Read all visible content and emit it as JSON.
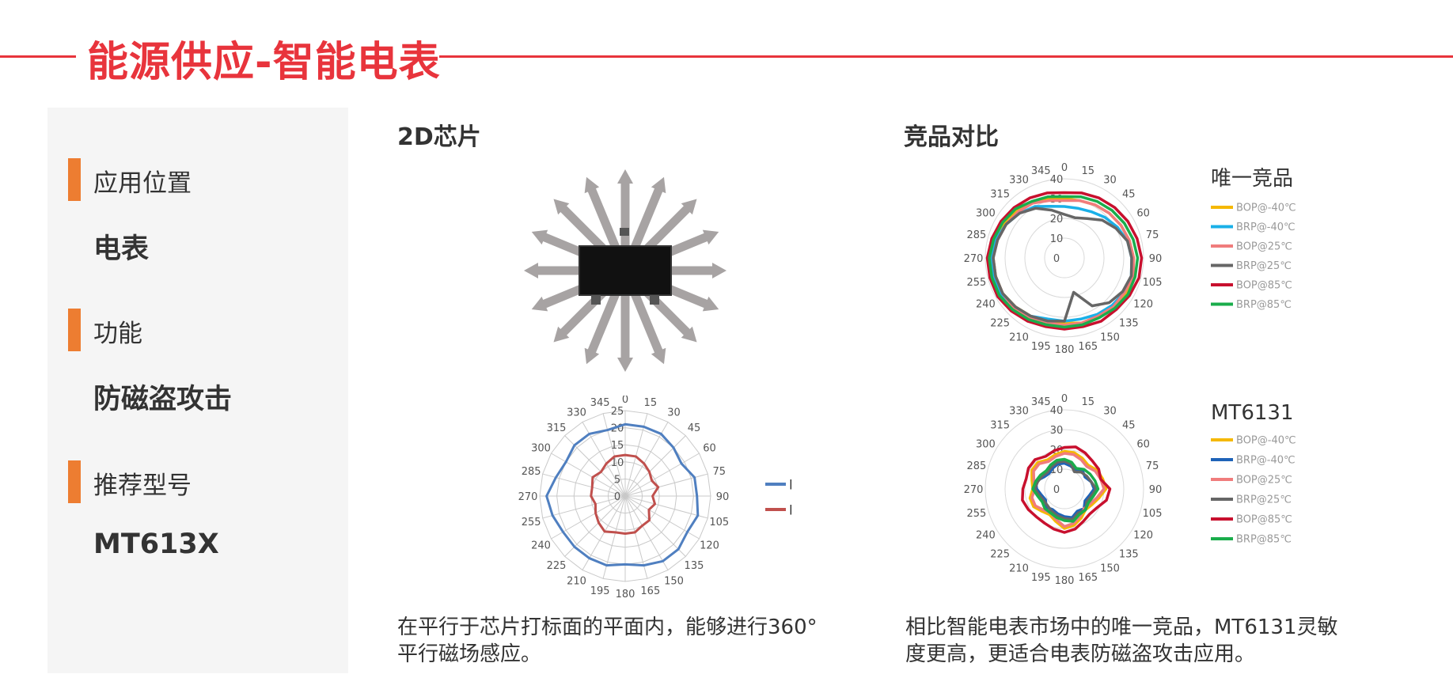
{
  "page_title": "能源供应-智能电表",
  "colors": {
    "accent": "#e8343c",
    "section_marker": "#ed7d31",
    "sidebar_bg": "#f5f5f5"
  },
  "sidebar": {
    "sections": [
      {
        "label": "应用位置",
        "value": "电表"
      },
      {
        "label": "功能",
        "value": "防磁盗攻击"
      },
      {
        "label": "推荐型号",
        "value": "MT613X"
      }
    ]
  },
  "left_panel": {
    "title": "2D芯片",
    "illustration_icon": "chip-radial-field-icon",
    "caption_lines": [
      "在平行于芯片打标面的平面内，能够进行360°",
      "平行磁场感应。"
    ]
  },
  "right_panel": {
    "title": "竞品对比",
    "caption_lines": [
      "相比智能电表市场中的唯一竞品，MT6131灵敏",
      "度更高，更适合电表防磁盗攻击应用。"
    ]
  },
  "chart_data": [
    {
      "id": "chip2d",
      "type": "radar",
      "title": "",
      "angles": [
        "0",
        "15",
        "30",
        "45",
        "60",
        "75",
        "90",
        "105",
        "120",
        "135",
        "150",
        "165",
        "180",
        "195",
        "210",
        "225",
        "240",
        "255",
        "270",
        "285",
        "300",
        "315",
        "330",
        "345"
      ],
      "r_ticks": [
        "0",
        "5",
        "10",
        "15",
        "20",
        "25"
      ],
      "rmax": 25,
      "grid": true,
      "legend": "right",
      "series": [
        {
          "name": "Bop",
          "color": "#4f7fc0",
          "values": [
            21,
            21,
            21,
            20,
            19,
            21,
            21,
            22,
            21,
            22,
            22,
            21,
            20,
            21,
            21,
            21,
            21,
            22,
            23,
            21,
            20,
            21,
            21,
            20
          ]
        },
        {
          "name": "Brp",
          "color": "#c0504d",
          "values": [
            12,
            12,
            11,
            10,
            9,
            10,
            8,
            9,
            8,
            10,
            10,
            11,
            11,
            11,
            12,
            11,
            10,
            9,
            10,
            10,
            11,
            10,
            11,
            12
          ]
        }
      ]
    },
    {
      "id": "competitor",
      "type": "radar",
      "title": "唯一竞品",
      "angles": [
        "0",
        "15",
        "30",
        "45",
        "60",
        "75",
        "90",
        "105",
        "120",
        "135",
        "150",
        "165",
        "180",
        "195",
        "210",
        "225",
        "240",
        "255",
        "270",
        "285",
        "300",
        "315",
        "330",
        "345"
      ],
      "r_ticks": [
        "0",
        "10",
        "20",
        "30",
        "40"
      ],
      "rmax": 40,
      "grid": true,
      "legend": "right",
      "series": [
        {
          "name": "BOP@-40℃",
          "color": "#f5b800",
          "values": [
            30,
            30,
            31,
            32,
            33,
            34,
            35,
            36,
            36,
            35,
            34,
            34,
            33,
            33,
            34,
            35,
            36,
            36,
            36,
            36,
            35,
            34,
            32,
            31
          ]
        },
        {
          "name": "BRP@-40℃",
          "color": "#1ab0e8",
          "values": [
            26,
            26,
            27,
            29,
            31,
            33,
            34,
            35,
            35,
            34,
            33,
            32,
            32,
            32,
            34,
            36,
            37,
            37,
            37,
            36,
            34,
            32,
            30,
            27
          ]
        },
        {
          "name": "BOP@25℃",
          "color": "#f07c7c",
          "values": [
            29,
            30,
            31,
            32,
            33,
            34,
            35,
            36,
            35,
            35,
            34,
            34,
            34,
            34,
            35,
            36,
            36,
            36,
            36,
            35,
            34,
            33,
            32,
            30
          ]
        },
        {
          "name": "BRP@25℃",
          "color": "#666666",
          "values": [
            22,
            21,
            23,
            27,
            30,
            33,
            34,
            35,
            34,
            32,
            28,
            18,
            32,
            33,
            34,
            35,
            36,
            36,
            36,
            35,
            34,
            32,
            29,
            25
          ]
        },
        {
          "name": "BOP@85℃",
          "color": "#c8102e",
          "values": [
            33,
            34,
            35,
            36,
            37,
            38,
            39,
            39,
            38,
            37,
            37,
            36,
            36,
            36,
            37,
            38,
            39,
            39,
            39,
            38,
            37,
            36,
            35,
            34
          ]
        },
        {
          "name": "BRP@85℃",
          "color": "#1aad4b",
          "values": [
            31,
            32,
            33,
            34,
            35,
            36,
            37,
            37,
            37,
            36,
            35,
            35,
            35,
            35,
            36,
            37,
            38,
            38,
            38,
            37,
            36,
            35,
            33,
            32
          ]
        }
      ]
    },
    {
      "id": "mt6131",
      "type": "radar",
      "title": "MT6131",
      "angles": [
        "0",
        "15",
        "30",
        "45",
        "60",
        "75",
        "90",
        "105",
        "120",
        "135",
        "150",
        "165",
        "180",
        "195",
        "210",
        "225",
        "240",
        "255",
        "270",
        "285",
        "300",
        "315",
        "330",
        "345"
      ],
      "r_ticks": [
        "0",
        "10",
        "20",
        "30",
        "40"
      ],
      "rmax": 40,
      "grid": true,
      "legend": "right",
      "series": [
        {
          "name": "BOP@-40℃",
          "color": "#f5b800",
          "values": [
            19,
            19,
            18,
            17,
            19,
            20,
            21,
            18,
            16,
            15,
            17,
            19,
            20,
            17,
            15,
            16,
            18,
            18,
            16,
            17,
            19,
            19,
            17,
            18
          ]
        },
        {
          "name": "BRP@-40℃",
          "color": "#1e63b8",
          "values": [
            13,
            12,
            11,
            13,
            12,
            14,
            15,
            13,
            12,
            14,
            13,
            15,
            14,
            13,
            12,
            13,
            11,
            12,
            14,
            15,
            12,
            11,
            12,
            13
          ]
        },
        {
          "name": "BOP@25℃",
          "color": "#f07c7c",
          "values": [
            18,
            18,
            17,
            16,
            18,
            19,
            20,
            17,
            15,
            14,
            16,
            18,
            19,
            16,
            14,
            15,
            17,
            17,
            15,
            16,
            18,
            18,
            16,
            17
          ]
        },
        {
          "name": "BRP@25℃",
          "color": "#666666",
          "values": [
            14,
            13,
            10,
            12,
            13,
            14,
            16,
            14,
            13,
            15,
            14,
            16,
            15,
            14,
            13,
            12,
            12,
            13,
            15,
            14,
            13,
            12,
            13,
            14
          ]
        },
        {
          "name": "BOP@85℃",
          "color": "#c8102e",
          "values": [
            21,
            22,
            21,
            20,
            20,
            19,
            23,
            22,
            19,
            18,
            19,
            21,
            22,
            21,
            20,
            20,
            21,
            22,
            21,
            20,
            21,
            21,
            19,
            20
          ]
        },
        {
          "name": "BRP@85℃",
          "color": "#1aad4b",
          "values": [
            15,
            14,
            12,
            14,
            15,
            16,
            17,
            15,
            14,
            15,
            15,
            17,
            16,
            15,
            14,
            14,
            13,
            14,
            16,
            15,
            14,
            13,
            14,
            15
          ]
        }
      ]
    }
  ]
}
